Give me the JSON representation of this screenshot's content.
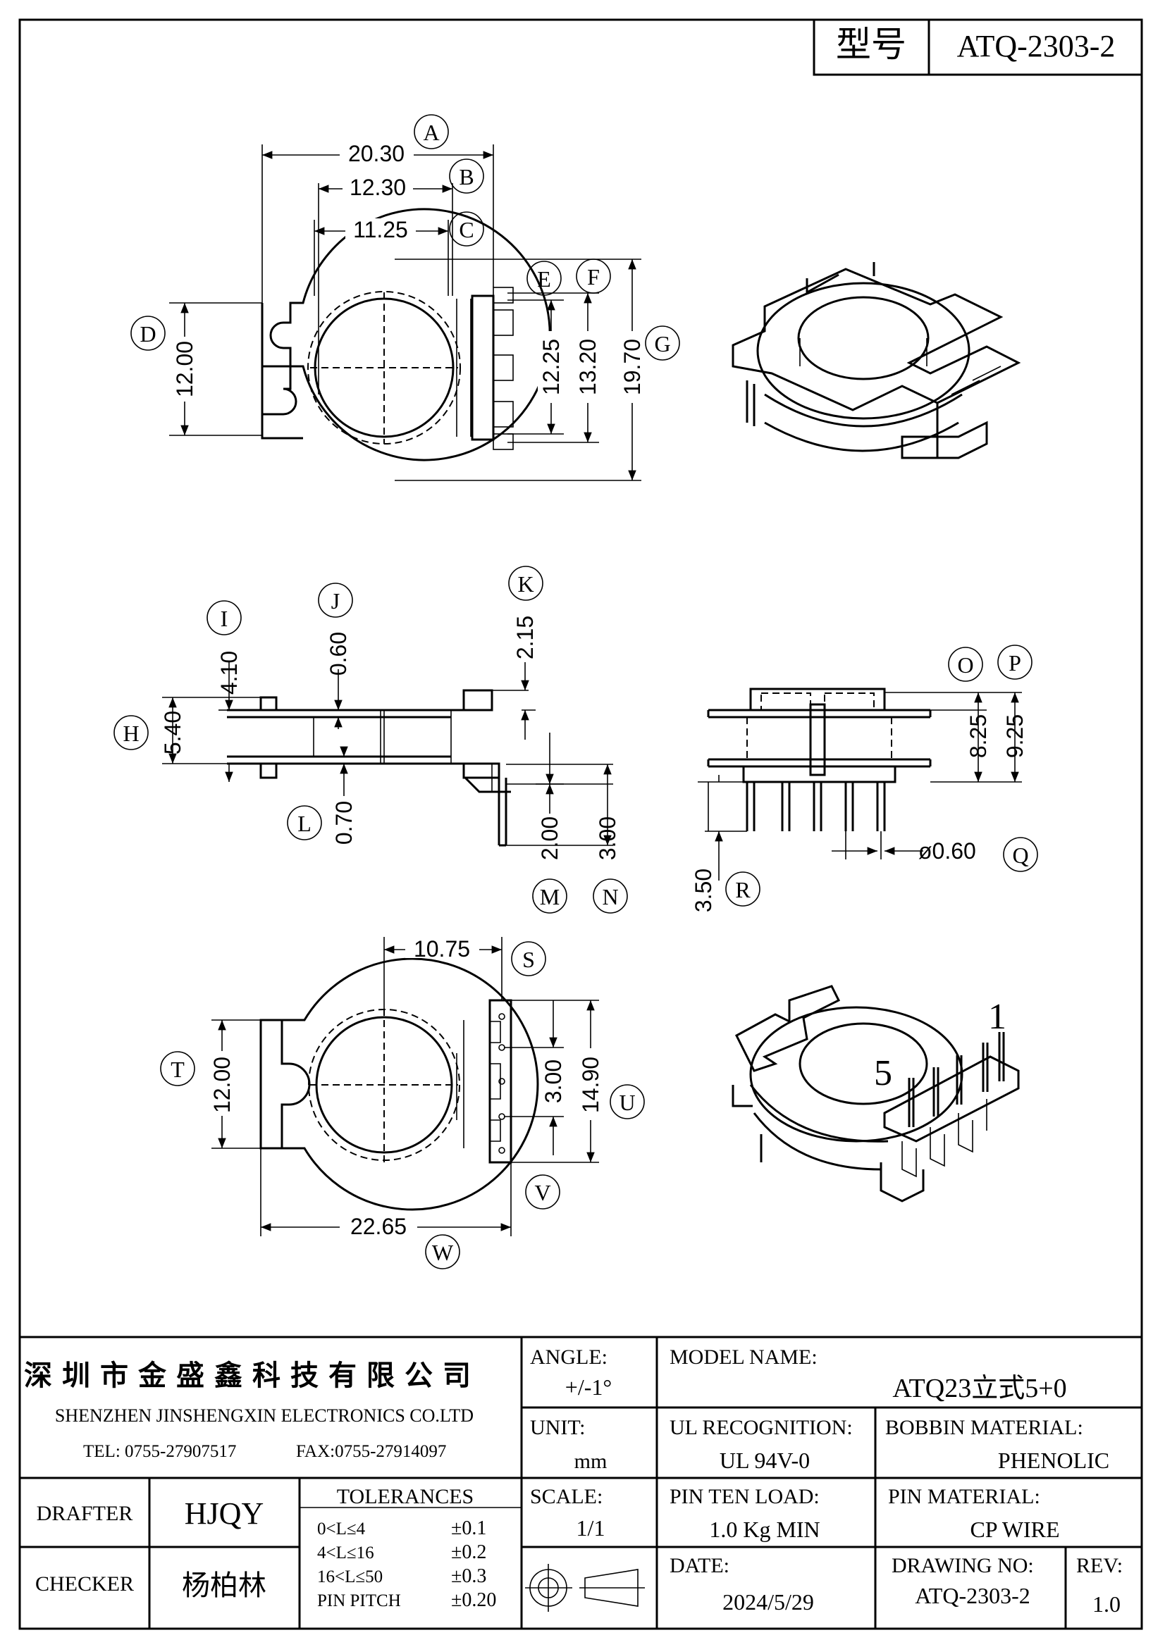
{
  "model_box": {
    "label": "型号",
    "value": "ATQ-2303-2"
  },
  "dimensions": {
    "top_view": [
      {
        "letter": "A",
        "value": "20.30"
      },
      {
        "letter": "B",
        "value": "12.30"
      },
      {
        "letter": "C",
        "value": "11.25"
      },
      {
        "letter": "D",
        "value": "12.00"
      },
      {
        "letter": "E",
        "value": "12.25"
      },
      {
        "letter": "F",
        "value": "13.20"
      },
      {
        "letter": "G",
        "value": "19.70"
      }
    ],
    "side_view": [
      {
        "letter": "H",
        "value": "5.40"
      },
      {
        "letter": "I",
        "value": "4.10"
      },
      {
        "letter": "J",
        "value": "0.60"
      },
      {
        "letter": "K",
        "value": "2.15"
      },
      {
        "letter": "L",
        "value": "0.70"
      },
      {
        "letter": "M",
        "value": "2.00"
      },
      {
        "letter": "N",
        "value": "3.00"
      }
    ],
    "front_view": [
      {
        "letter": "O",
        "value": "8.25"
      },
      {
        "letter": "P",
        "value": "9.25"
      },
      {
        "letter": "Q",
        "value": "ø0.60"
      },
      {
        "letter": "R",
        "value": "3.50"
      }
    ],
    "bottom_view": [
      {
        "letter": "S",
        "value": "10.75"
      },
      {
        "letter": "T",
        "value": "12.00"
      },
      {
        "letter": "U",
        "value": "14.90"
      },
      {
        "letter": "V",
        "value": "3.00"
      },
      {
        "letter": "W",
        "value": "22.65"
      }
    ]
  },
  "pin_labels": {
    "pin1": "1",
    "pin5": "5"
  },
  "title_block": {
    "company_cn": "深圳市金盛鑫科技有限公司",
    "company_en": "SHENZHEN JINSHENGXIN ELECTRONICS CO.LTD",
    "tel": "TEL: 0755-27907517",
    "fax": "FAX:0755-27914097",
    "angle_label": "ANGLE:",
    "angle_value": "+/-1°",
    "unit_label": "UNIT:",
    "unit_value": "mm",
    "scale_label": "SCALE:",
    "scale_value": "1/1",
    "model_name_label": "MODEL NAME:",
    "model_name_value": "ATQ23立式5+0",
    "ul_label": "UL RECOGNITION:",
    "ul_value": "UL 94V-0",
    "bobbin_label": "BOBBIN MATERIAL:",
    "bobbin_value": "PHENOLIC",
    "pin_load_label": "PIN TEN LOAD:",
    "pin_load_value": "1.0 Kg MIN",
    "pin_material_label": "PIN MATERIAL:",
    "pin_material_value": "CP WIRE",
    "date_label": "DATE:",
    "date_value": "2024/5/29",
    "drawing_no_label": "DRAWING NO:",
    "drawing_no_value": "ATQ-2303-2",
    "rev_label": "REV:",
    "rev_value": "1.0",
    "drafter_label": "DRAFTER",
    "drafter_value": "HJQY",
    "checker_label": "CHECKER",
    "checker_value": "杨柏林",
    "tolerances_label": "TOLERANCES",
    "tolerances": [
      {
        "range": "0<L≤4",
        "value": "±0.1"
      },
      {
        "range": "4<L≤16",
        "value": "±0.2"
      },
      {
        "range": "16<L≤50",
        "value": "±0.3"
      },
      {
        "range": "PIN PITCH",
        "value": "±0.20"
      }
    ]
  }
}
